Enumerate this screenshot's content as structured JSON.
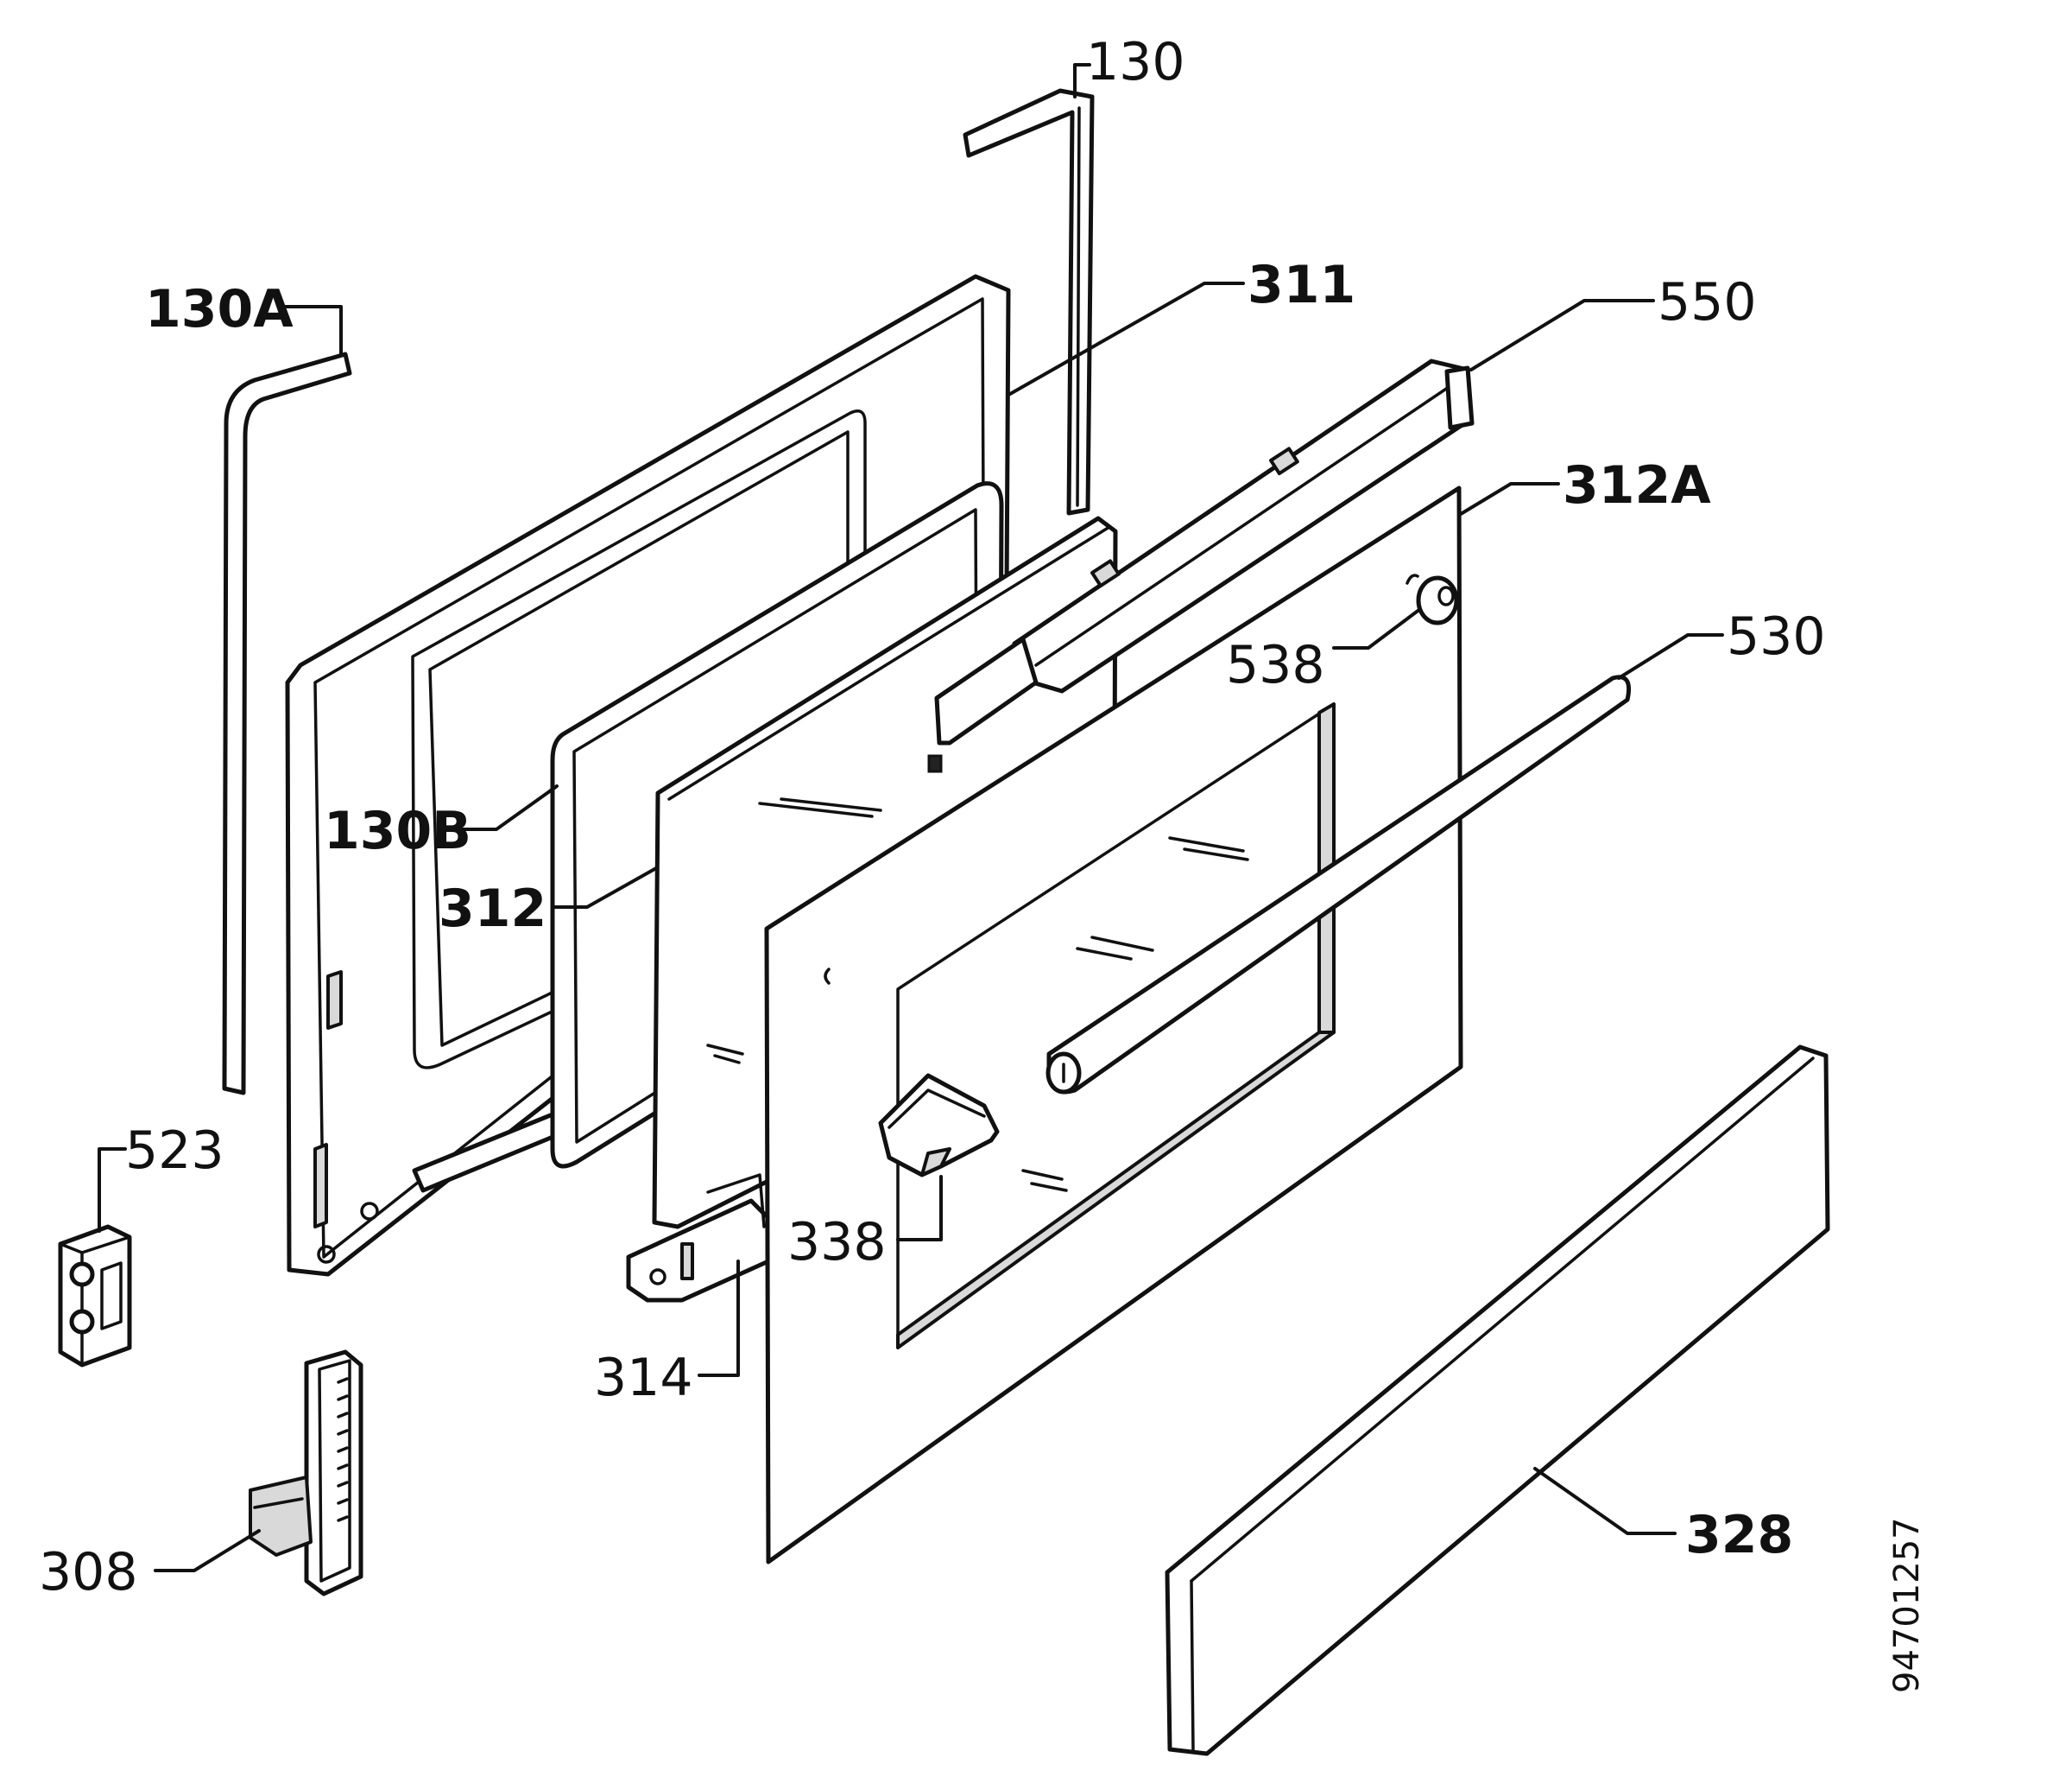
{
  "diagram": {
    "reference_number": "94701257",
    "labels": {
      "p130": "130",
      "p130A": "130A",
      "p311": "311",
      "p550": "550",
      "p312A": "312A",
      "p538": "538",
      "p530": "530",
      "p130B": "130B",
      "p312": "312",
      "p523": "523",
      "p338": "338",
      "p314": "314",
      "p308": "308",
      "p328": "328"
    }
  }
}
